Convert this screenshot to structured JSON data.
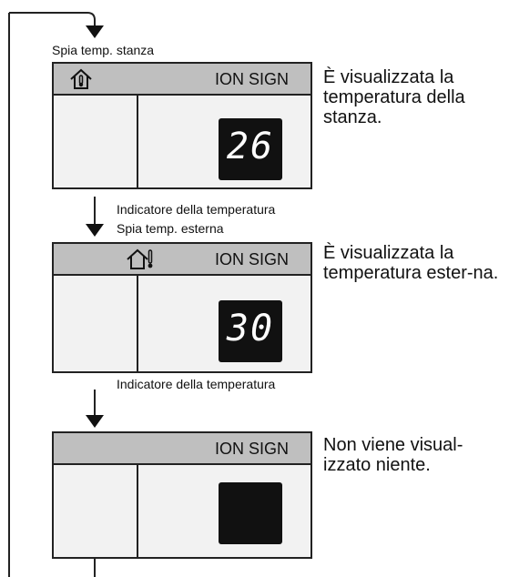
{
  "panels": [
    {
      "label_top": "Spia temp. stanza",
      "icon": "house-thermometer-icon",
      "brand": "ION SIGN",
      "display_value": "26",
      "description": "È visualizzata la temperatura della stanza.",
      "label_bottom": "Indicatore della temperatura"
    },
    {
      "label_top": "Spia temp. esterna",
      "icon": "house-outdoor-thermometer-icon",
      "brand": "ION SIGN",
      "display_value": "30",
      "description": "È visualizzata la temperatura ester-na.",
      "label_bottom": "Indicatore della temperatura"
    },
    {
      "label_top": "",
      "icon": "",
      "brand": "ION SIGN",
      "display_value": "",
      "description": "Non viene visual-izzato niente.",
      "label_bottom": ""
    }
  ]
}
